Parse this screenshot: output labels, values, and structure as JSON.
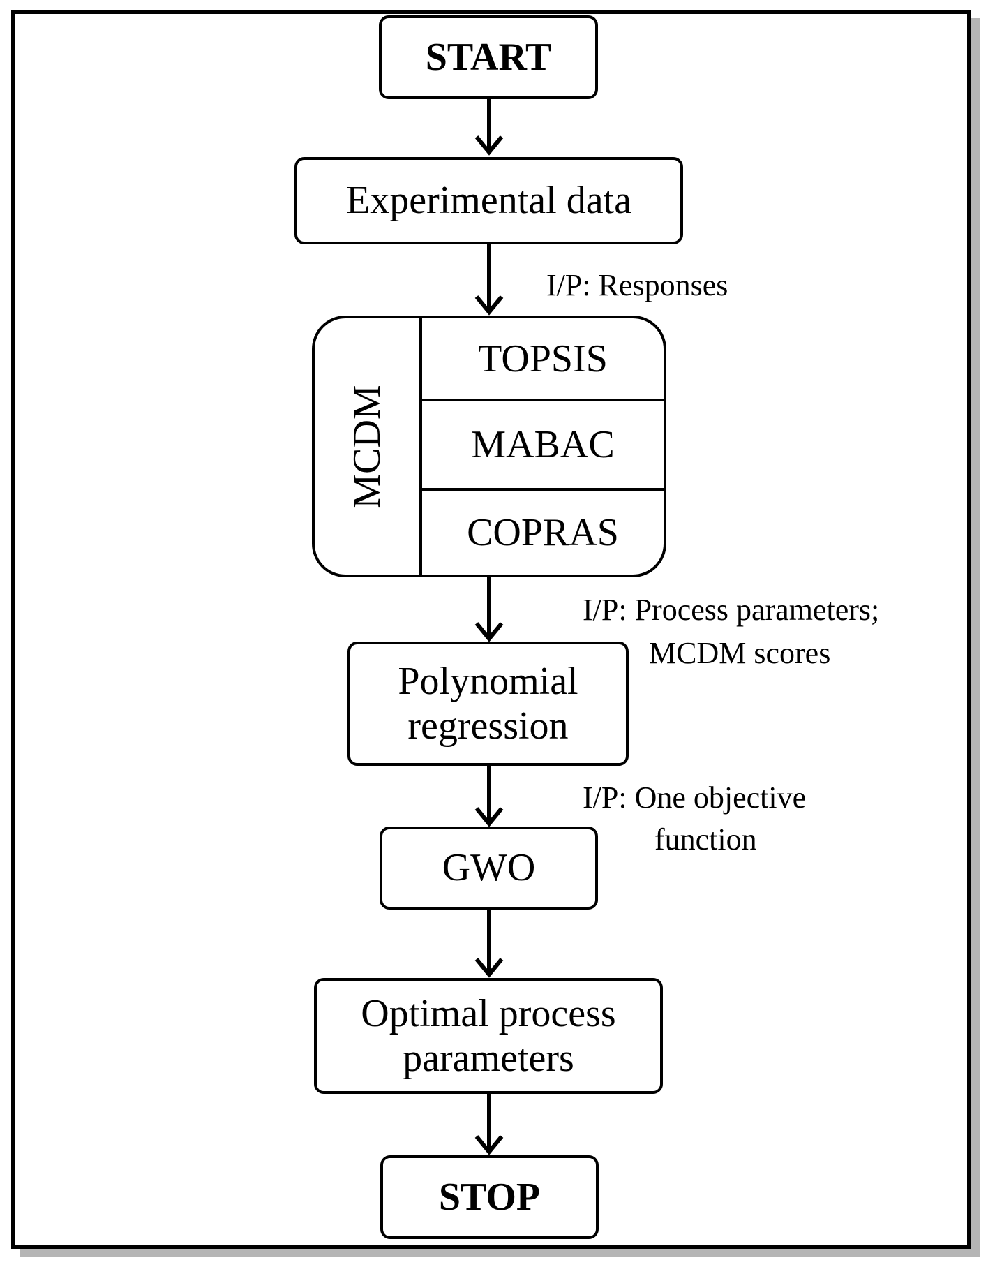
{
  "nodes": {
    "start": "START",
    "experimental_data": "Experimental data",
    "mcdm": {
      "label": "MCDM",
      "methods": [
        "TOPSIS",
        "MABAC",
        "COPRAS"
      ]
    },
    "polynomial_regression": "Polynomial\nregression",
    "gwo": "GWO",
    "optimal_parameters": "Optimal process\nparameters",
    "stop": "STOP"
  },
  "inputs": {
    "responses": "I/P: Responses",
    "process_params_line1": "I/P: Process parameters;",
    "process_params_line2": "MCDM scores",
    "objective_line1": "I/P: One objective",
    "objective_line2": "function"
  }
}
